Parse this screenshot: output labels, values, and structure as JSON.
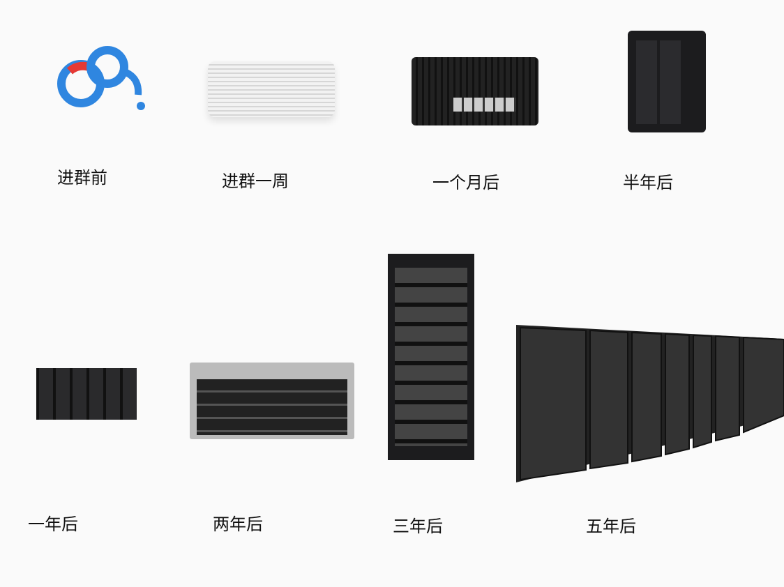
{
  "stages": [
    {
      "label": "进群前",
      "icon": "baidu-netdisk-logo-icon"
    },
    {
      "label": "进群一周",
      "icon": "mini-router-icon"
    },
    {
      "label": "一个月后",
      "icon": "mini-pc-icon"
    },
    {
      "label": "半年后",
      "icon": "two-bay-nas-icon"
    },
    {
      "label": "一年后",
      "icon": "six-bay-nas-icon"
    },
    {
      "label": "两年后",
      "icon": "rack-storage-server-icon"
    },
    {
      "label": "三年后",
      "icon": "server-rack-cabinet-icon"
    },
    {
      "label": "五年后",
      "icon": "data-center-racks-icon"
    }
  ],
  "colors": {
    "logo_blue": "#2f86e0",
    "logo_red": "#e53935",
    "device_dark": "#1c1c1e",
    "background": "#fafafa"
  }
}
